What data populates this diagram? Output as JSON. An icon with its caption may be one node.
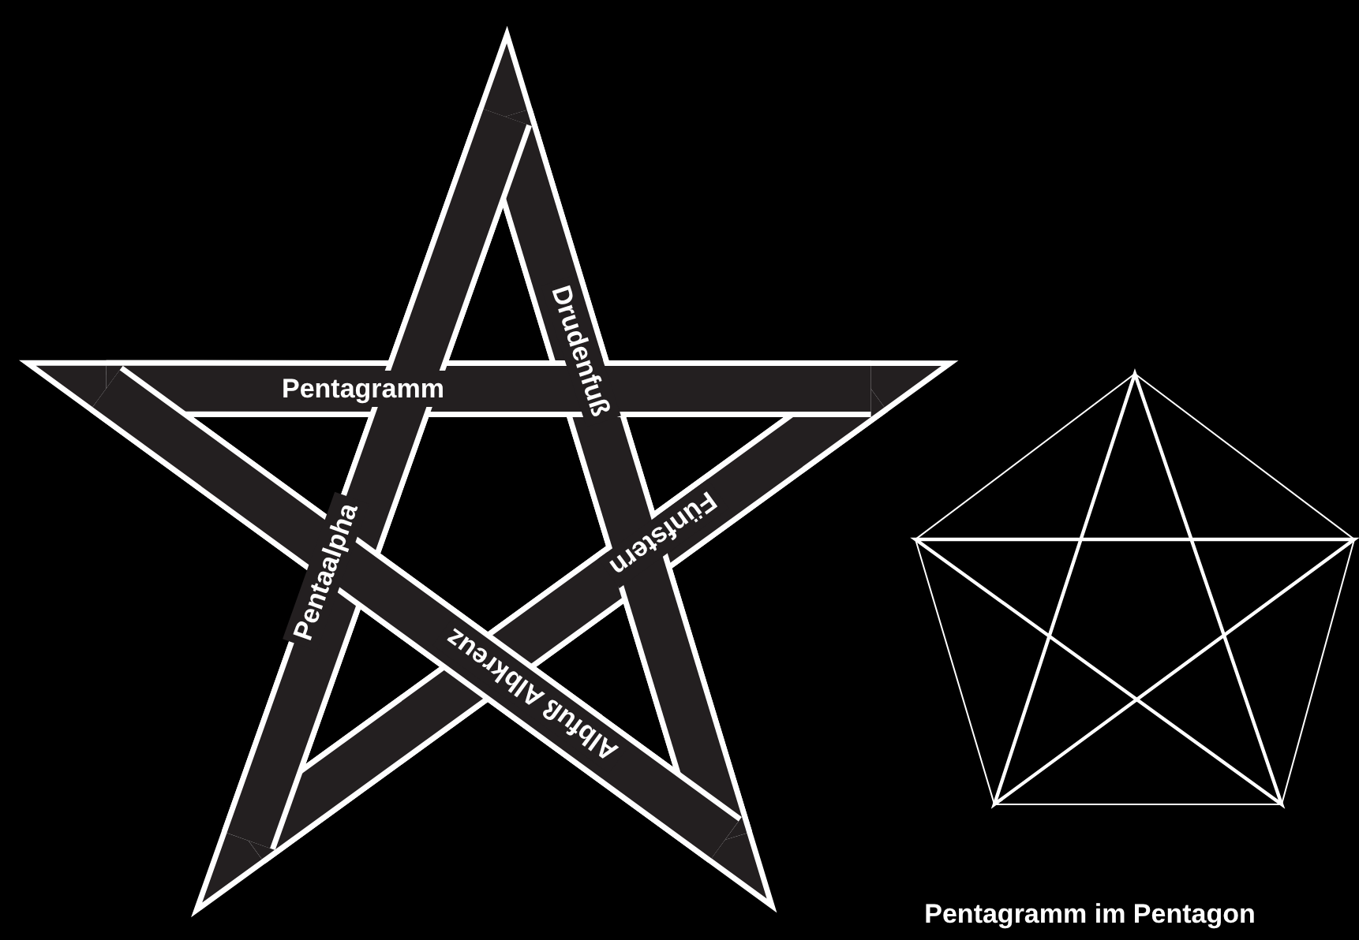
{
  "diagram": {
    "caption": "Pentagramm im Pentagon",
    "labels": [
      "Drudenfuß",
      "Pentagramm",
      "Fünfstern",
      "Pentaalpha",
      "Albfuß Albkreuz"
    ]
  }
}
